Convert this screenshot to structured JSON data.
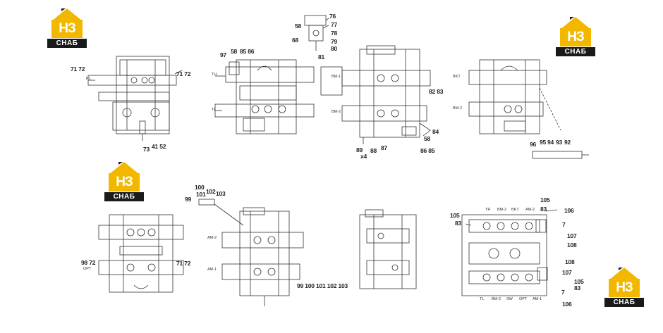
{
  "logo": {
    "mark": "НЗ",
    "caption": "СНАБ",
    "color": "#f2b800"
  },
  "labels": {
    "a_7172L": "71 72",
    "a_7172R": "71 72",
    "a_73": "73",
    "a_4152": "41 52",
    "b_97": "97",
    "b_58": "58",
    "b_8586": "85 86",
    "d_76": "76",
    "d_58": "58",
    "d_77": "77",
    "d_78": "78",
    "d_68": "68",
    "d_79": "79",
    "d_80": "80",
    "d_81": "81",
    "c_8283": "82 83",
    "c_84": "84",
    "c_58": "58",
    "c_8685": "86 85",
    "c_89": "89",
    "c_x4": "x4",
    "c_88": "88",
    "c_87": "87",
    "e_96": "96",
    "e_95": "95",
    "e_94": "94",
    "e_93": "93",
    "e_92": "92",
    "f_9872": "98 72",
    "f_7172": "71 72",
    "g_99": "99",
    "g_100": "100",
    "g_101": "101",
    "g_102": "102",
    "g_103": "103",
    "g_bottom": "99 100 101 102 103",
    "i_105a": "105",
    "i_83a": "83",
    "i_105b": "105",
    "i_83b": "83",
    "i_106a": "106",
    "i_7a": "7",
    "i_107a": "107",
    "i_108a": "108",
    "i_108b": "108",
    "i_107b": "107",
    "i_105c": "105",
    "i_83c": "83",
    "i_7b": "7",
    "i_106b": "106"
  },
  "port_labels": {
    "a_P1": "P1",
    "b_T1": "TH",
    "b_TL": "TL",
    "c_BM1": "BM-1",
    "c_BM2": "BM-2",
    "e_BKT": "BKT",
    "e_BM": "BM-2",
    "f_OPT": "OPT",
    "g_AM2": "AM-2",
    "g_AM1": "AM-1",
    "i_TR": "TR",
    "i_BM2": "BM-2",
    "i_BKT": "BKT",
    "i_AM2": "AM-2",
    "i_TL": "TL",
    "i_BM2b": "BM-2",
    "i_SW": "SW",
    "i_OPT": "OPT",
    "i_AM1": "AM-1"
  }
}
